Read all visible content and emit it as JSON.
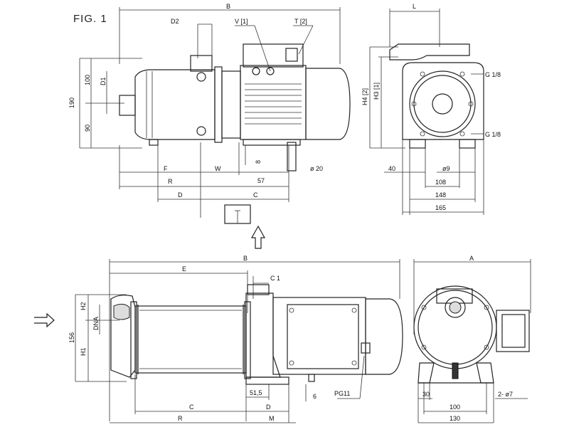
{
  "figure": {
    "title": "FIG. 1"
  },
  "top_side_view": {
    "labels": {
      "B": "B",
      "D2": "D2",
      "V": "V [1]",
      "T": "T [2]",
      "D1": "D1",
      "h100": "100",
      "h190": "190",
      "h90": "90",
      "F": "F",
      "W": "W",
      "R": "R",
      "D": "D",
      "C": "C",
      "d57": "57",
      "d8": "8",
      "phi20": "ø 20"
    }
  },
  "top_end_view": {
    "labels": {
      "L": "L",
      "H4": "H4 [2]",
      "H3": "H3 [1]",
      "G_top": "G 1/8",
      "G_bottom": "G 1/8",
      "d40": "40",
      "phi9": "ø9",
      "d108": "108",
      "d148": "148",
      "d165": "165"
    }
  },
  "bottom_side_view": {
    "labels": {
      "B": "B",
      "E": "E",
      "C1": "C 1",
      "H2": "H2",
      "DNA": "DNA",
      "H1": "H1",
      "h156": "156",
      "d51_5": "51,5",
      "d6": "6",
      "PG11": "PG11",
      "C": "C",
      "D": "D",
      "R": "R",
      "M": "M"
    }
  },
  "bottom_end_view": {
    "labels": {
      "A": "A",
      "d30": "30",
      "d100": "100",
      "d130": "130",
      "phi7": "2- ø7"
    }
  }
}
